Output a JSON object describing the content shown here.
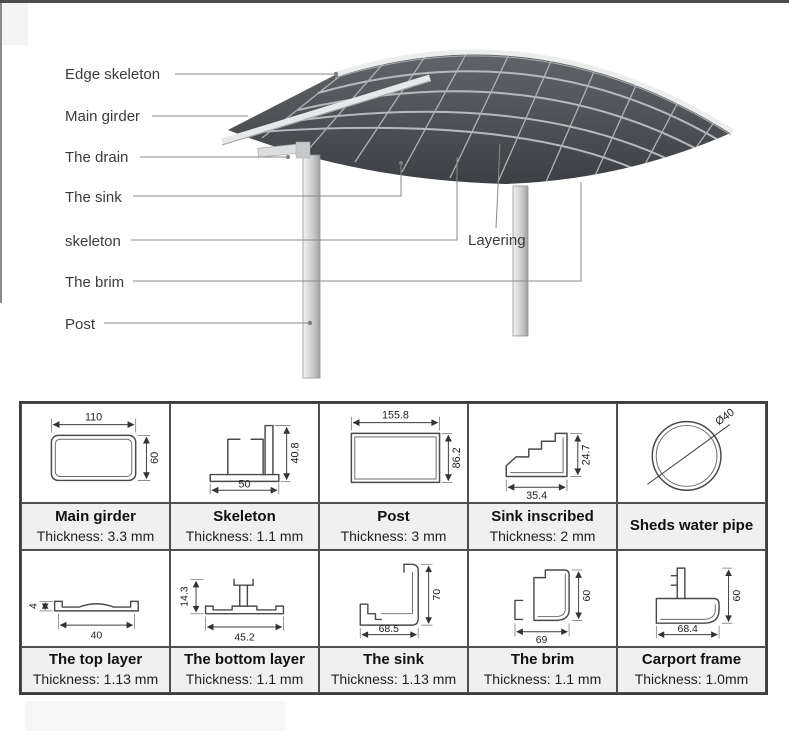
{
  "hero": {
    "labels": {
      "edge_skeleton": "Edge skeleton",
      "main_girder": "Main girder",
      "the_drain": "The drain",
      "the_sink": "The sink",
      "skeleton": "skeleton",
      "the_brim": "The brim",
      "post": "Post",
      "layering": "Layering"
    }
  },
  "table": {
    "rows": [
      [
        {
          "name": "Main girder",
          "thickness": "Thickness: 3.3 mm",
          "dims": {
            "w": "110",
            "h": "60"
          }
        },
        {
          "name": "Skeleton",
          "thickness": "Thickness: 1.1 mm",
          "dims": {
            "w": "50",
            "h": "40.8"
          }
        },
        {
          "name": "Post",
          "thickness": "Thickness: 3 mm",
          "dims": {
            "w": "155.8",
            "h": "86.2"
          }
        },
        {
          "name": "Sink inscribed",
          "thickness": "Thickness: 2 mm",
          "dims": {
            "w": "35.4",
            "h": "24.7"
          }
        },
        {
          "name": "Sheds water pipe",
          "thickness": "",
          "dims": {
            "d": "Ø40"
          }
        }
      ],
      [
        {
          "name": "The top layer",
          "thickness": "Thickness: 1.13 mm",
          "dims": {
            "w": "40",
            "h": "4"
          }
        },
        {
          "name": "The bottom layer",
          "thickness": "Thickness: 1.1 mm",
          "dims": {
            "w": "45.2",
            "h": "14.3"
          }
        },
        {
          "name": "The sink",
          "thickness": "Thickness: 1.13 mm",
          "dims": {
            "w": "68.5",
            "h": "70"
          }
        },
        {
          "name": "The brim",
          "thickness": "Thickness: 1.1 mm",
          "dims": {
            "w": "69",
            "h": "60"
          }
        },
        {
          "name": "Carport frame",
          "thickness": "Thickness: 1.0mm",
          "dims": {
            "w": "68.4",
            "h": "60"
          }
        }
      ]
    ]
  },
  "colors": {
    "canopy_panel": "#4a4f54",
    "frame_light": "#eceded",
    "label_cell_bg": "#f0f0f0",
    "table_border": "#3e3e3e",
    "callout_line": "#8a8a8a"
  }
}
